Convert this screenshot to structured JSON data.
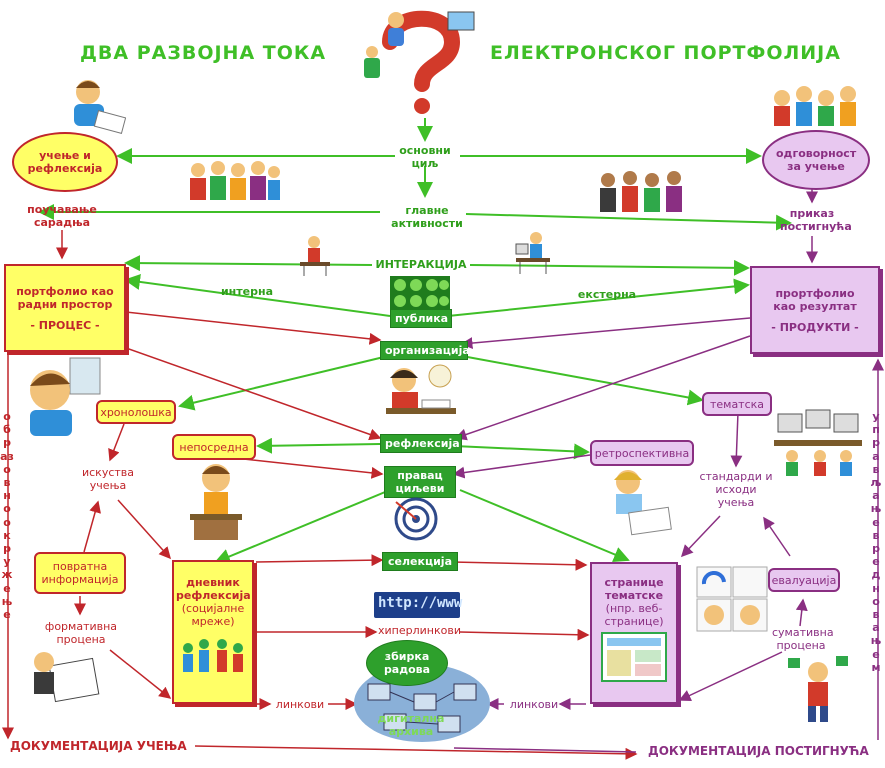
{
  "title": {
    "left": "ДВА  РАЗВОЈНА  ТОКА",
    "right": "ЕЛЕКТРОНСКОГ  ПОРТФОЛИЈА"
  },
  "center": {
    "osnovni_cilj": "основни циљ",
    "glavne_aktivnosti": "главне активности",
    "interakcija": "ИНТЕРАКЦИЈА",
    "interna": "интерна",
    "eksterna": "екстерна",
    "publika": "публика",
    "organizacija": "организација",
    "refleksija": "рефлексија",
    "pravac_ciljevi": "правац циљеви",
    "selekcija": "селекција",
    "hiperlinkovi": "хиперлинкови",
    "zbirka_radova": "збирка радова",
    "digitalna_arhiva": "дигитална архива",
    "linkovi_left": "линкови",
    "linkovi_right": "линкови",
    "url_text": "http://www"
  },
  "left": {
    "ucenje": "учење и рефлексија",
    "poucavanje": "поучавање сарадња",
    "portfolio_title": "портфолио као радни простор",
    "proces": "- ПРОЦЕС -",
    "hronoloska": "хронолошка",
    "neposredna": "непосредна",
    "iskustva": "искуства учења",
    "povratna": "повратна информација",
    "formativna": "формативна процена",
    "dnevnik_title": "дневник рефлексија",
    "dnevnik_sub": "(социјалне мреже)",
    "side_text": "образовно окружење",
    "bottom": "ДОКУМЕНТАЦИЈА УЧЕЊА"
  },
  "right": {
    "odgovornost": "одговорност за учење",
    "prikaz": "приказ постигнућа",
    "portfolio_title": "прортфолио као резултат",
    "produkti": "- ПРОДУКТИ -",
    "tematska": "тематска",
    "retrospektivna": "ретроспективна",
    "standardi": "стандарди и исходи учења",
    "evaluacija": "евалуација",
    "sumativna": "сумативна процена",
    "stranice_title": "странице тематске",
    "stranice_sub": "(нпр. веб-странице)",
    "side_text": "управљање вредновањем",
    "bottom": "ДОКУМЕНТАЦИЈА ПОСТИГНУЋА"
  },
  "colors": {
    "green": "#3fbf27",
    "red": "#c0262b",
    "purple": "#8a2f82",
    "yellow": "#ffff66",
    "lilac": "#e8c8f0"
  }
}
